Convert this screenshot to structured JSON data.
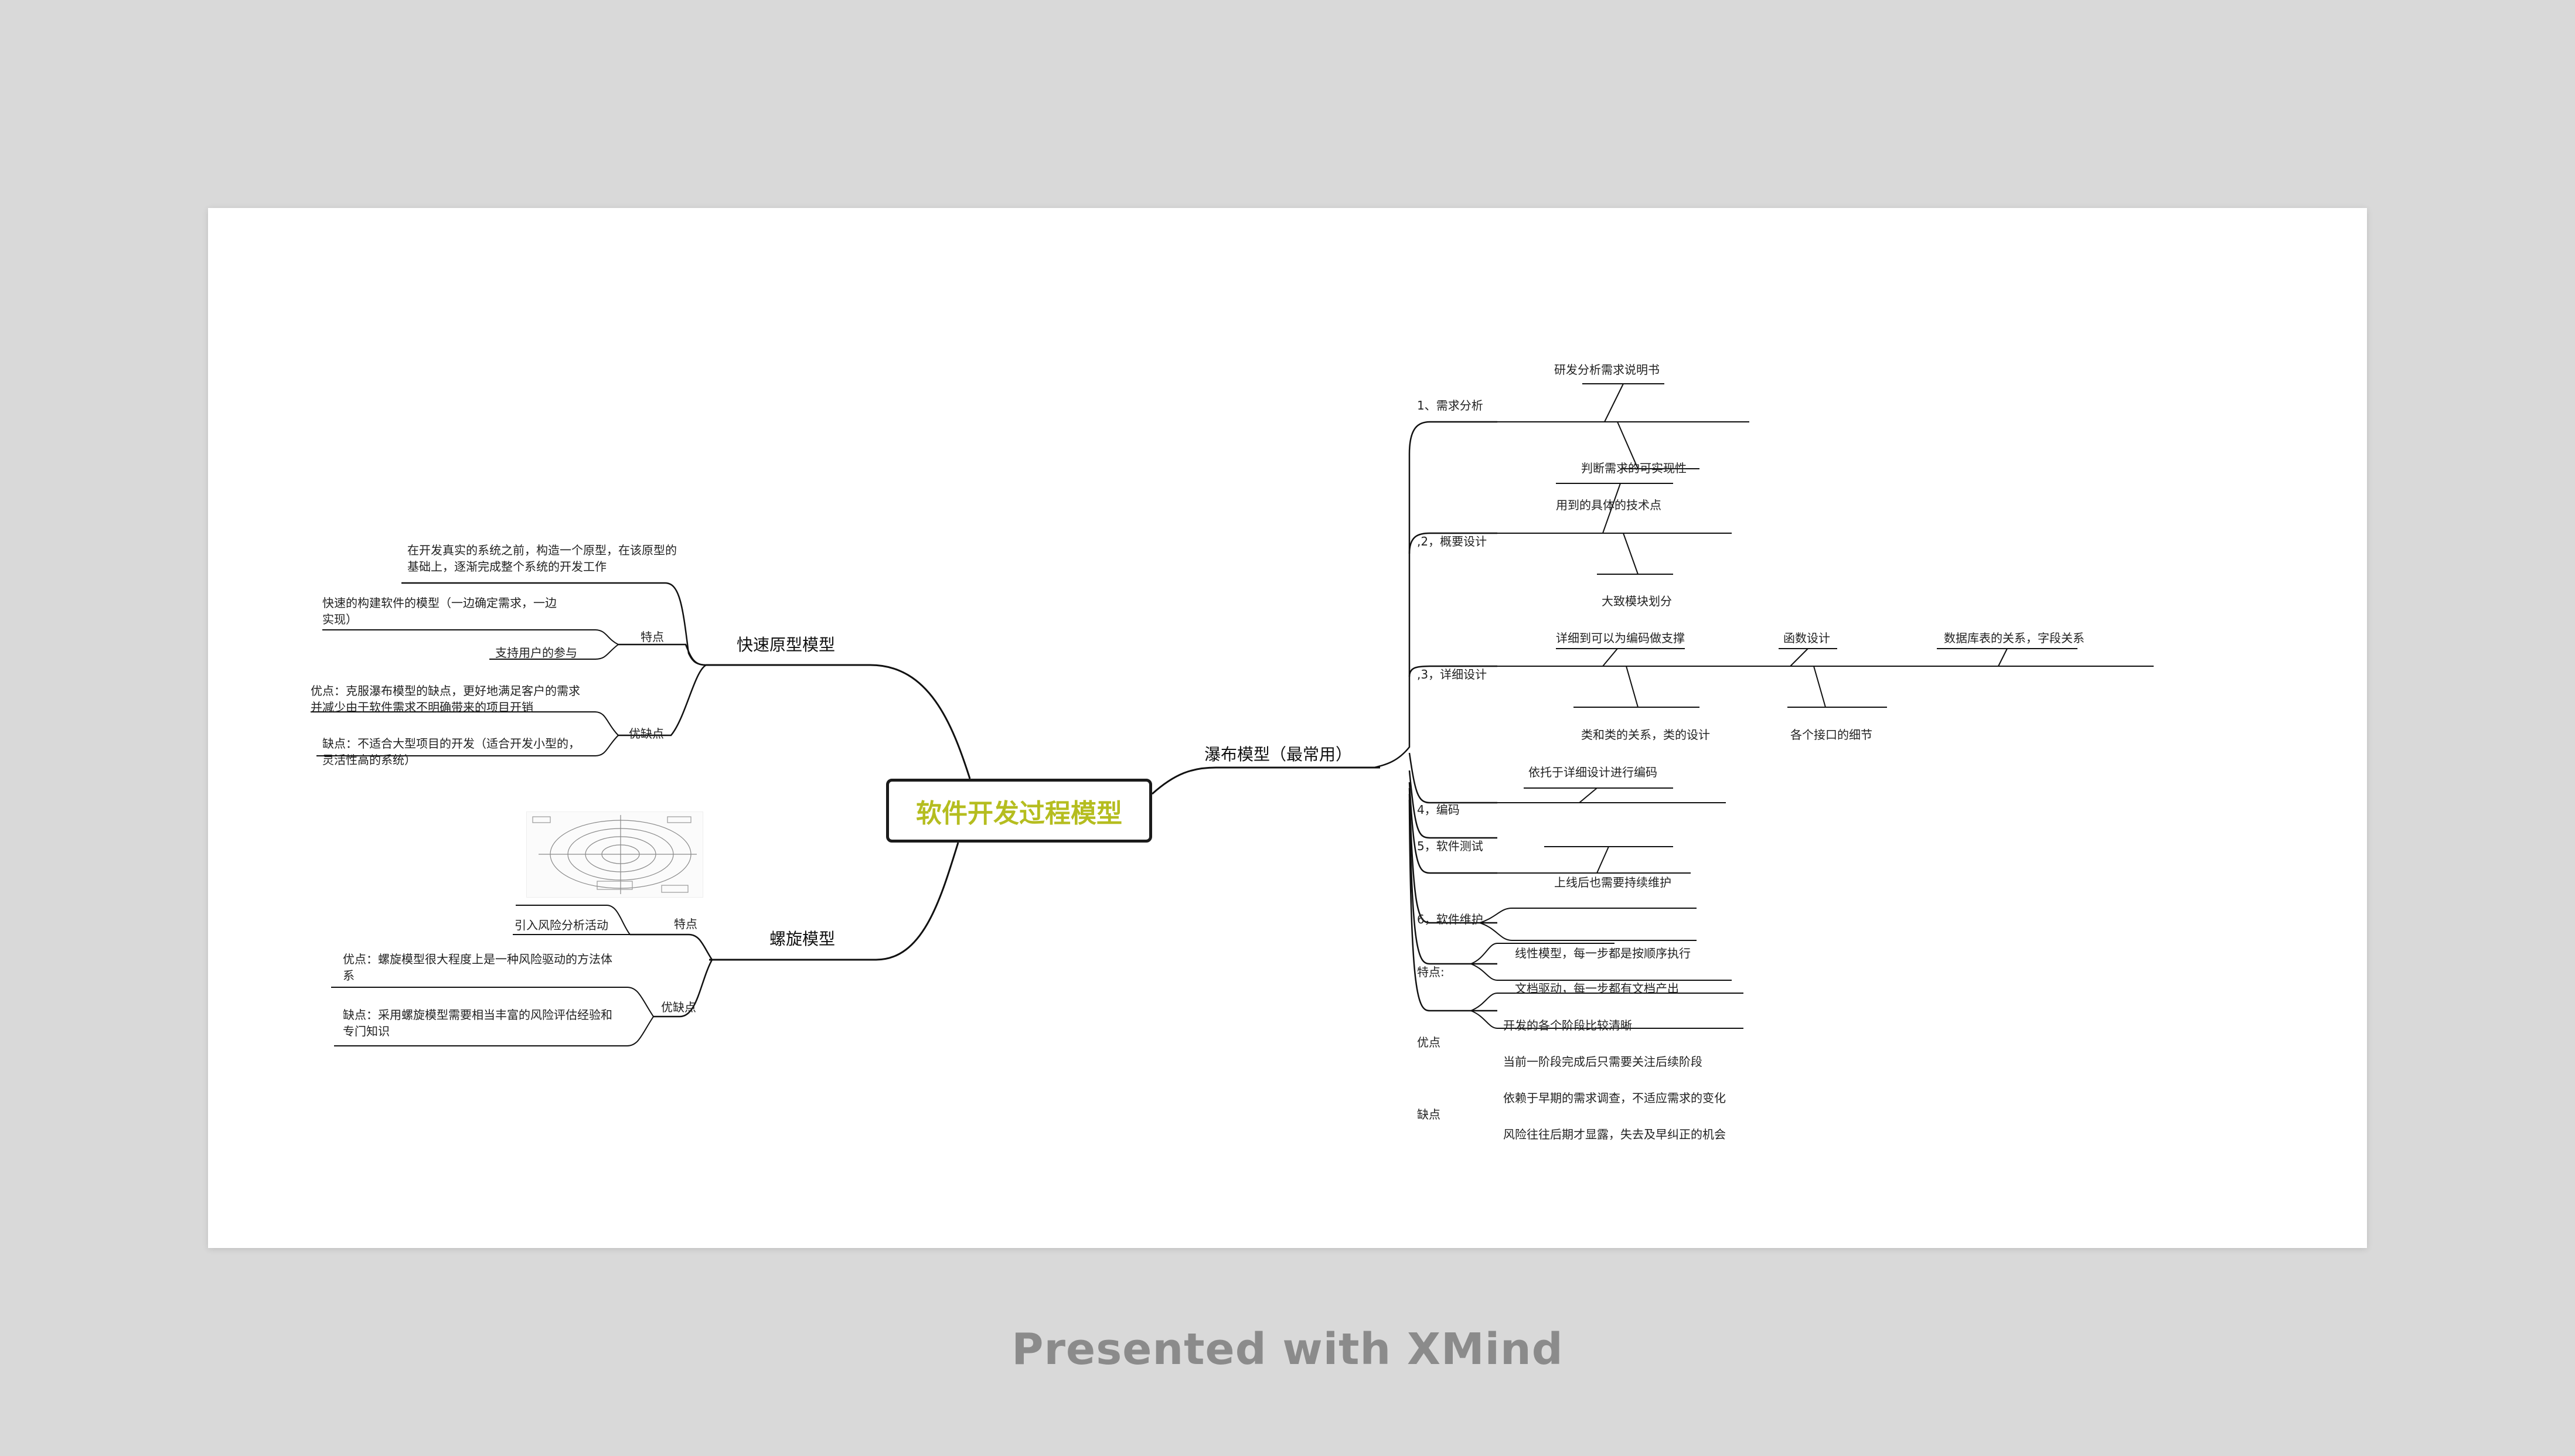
{
  "map": {
    "central": "软件开发过程模型",
    "waterfall": {
      "label": "瀑布模型（最常用）",
      "req": {
        "label": "1、需求分析",
        "c1": "研发分析需求说明书",
        "c2": "判断需求的可实现性"
      },
      "outline": {
        "label": ",2，概要设计",
        "c1": "用到的具体的技术点",
        "c2": "大致模块划分"
      },
      "detail": {
        "label": ",3，详细设计",
        "c1": "详细到可以为编码做支撑",
        "c2": "类和类的关系，类的设计",
        "c3": "函数设计",
        "c4": "各个接口的细节",
        "c5": "数据库表的关系，字段关系"
      },
      "coding": {
        "label": "4，编码",
        "c1": "依托于详细设计进行编码"
      },
      "testing": {
        "label": "5，软件测试"
      },
      "maint": {
        "label": "6，软件维护",
        "c1": "上线后也需要持续维护"
      },
      "features": {
        "label": "特点:",
        "c1": "线性模型，每一步都是按顺序执行",
        "c2": "文档驱动，每一步都有文档产出"
      },
      "pros": {
        "label": "优点",
        "c1": "开发的各个阶段比较清晰",
        "c2": "当前一阶段完成后只需要关注后续阶段"
      },
      "cons": {
        "label": "缺点",
        "c1": "依赖于早期的需求调查，不适应需求的变化",
        "c2": "风险往往后期才显露，失去及早纠正的机会"
      }
    },
    "prototype": {
      "label": "快速原型模型",
      "def": "在开发真实的系统之前，构造一个原型，在该原型的基础上，逐渐完成整个系统的开发工作",
      "features": {
        "label": "特点",
        "c1": "快速的构建软件的模型（一边确定需求，一边实现）",
        "c2": "支持用户的参与"
      },
      "proscons": {
        "label": "优缺点",
        "c1": "优点：克服瀑布模型的缺点，更好地满足客户的需求并减少由于软件需求不明确带来的项目开销",
        "c2": "缺点：不适合大型项目的开发（适合开发小型的，灵活性高的系统）"
      }
    },
    "spiral": {
      "label": "螺旋模型",
      "features": {
        "label": "特点",
        "c1": "引入风险分析活动"
      },
      "proscons": {
        "label": "优缺点",
        "c1": "优点：螺旋模型很大程度上是一种风险驱动的方法体系",
        "c2": "缺点：采用螺旋模型需要相当丰富的风险评估经验和专门知识"
      }
    }
  },
  "footer": "Presented with XMind"
}
